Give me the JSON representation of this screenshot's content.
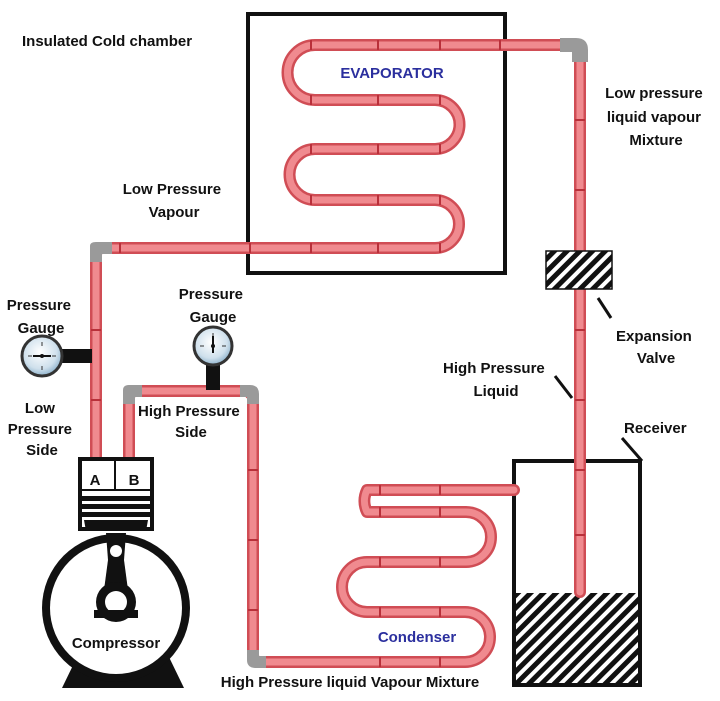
{
  "labels": {
    "cold_chamber": "Insulated Cold chamber",
    "evaporator": "EVAPORATOR",
    "lp_mixture": [
      "Low pressure",
      "liquid vapour",
      "Mixture"
    ],
    "lp_vapour": [
      "Low Pressure",
      "Vapour"
    ],
    "gauge_left": [
      "Pressure",
      "Gauge"
    ],
    "gauge_mid": [
      "Pressure",
      "Gauge"
    ],
    "low_side": [
      "Low",
      "Pressure",
      "Side"
    ],
    "high_side": [
      "High Pressure",
      "Side"
    ],
    "port_a": "A",
    "port_b": "B",
    "compressor": "Compressor",
    "expansion_valve": [
      "Expansion",
      "Valve"
    ],
    "hp_liquid": [
      "High Pressure",
      "Liquid"
    ],
    "receiver": "Receiver",
    "condenser": "Condenser",
    "hp_mixture": "High Pressure liquid Vapour Mixture"
  },
  "colors": {
    "pipe": "#f08a8f",
    "pipe_edge": "#d04d55",
    "coil_label": "#2b2f9e",
    "fitting": "#9a9a9a",
    "outline": "#111111"
  }
}
